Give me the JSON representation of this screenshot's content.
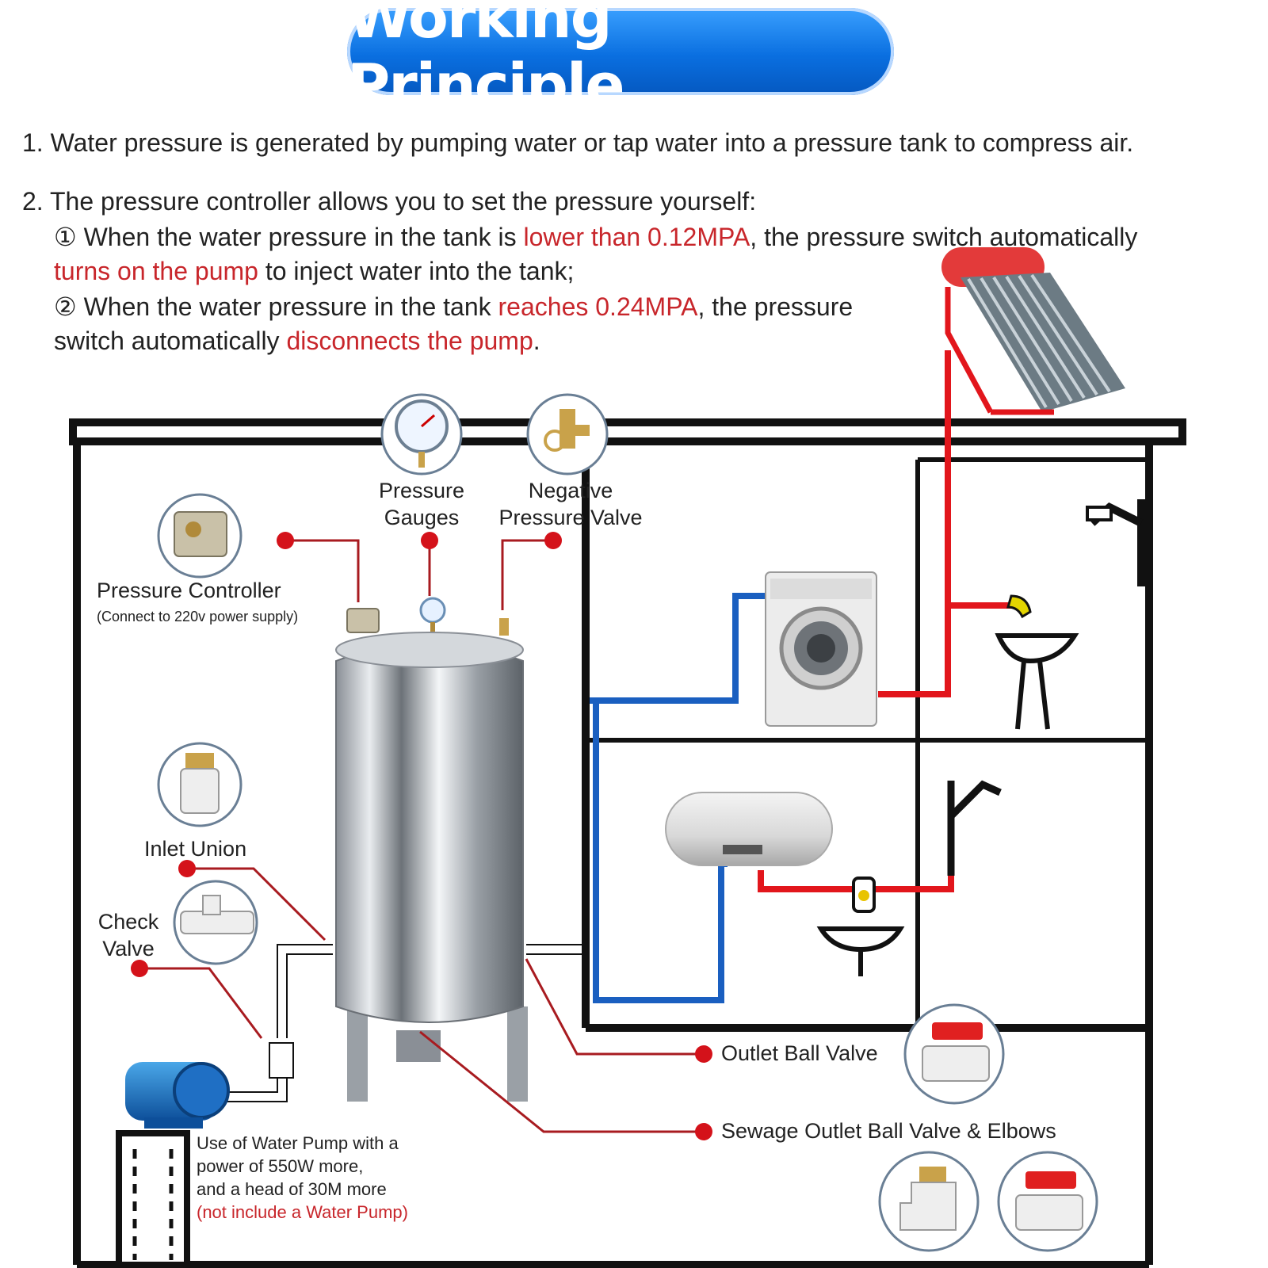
{
  "header": {
    "title": "Working Principle"
  },
  "text": {
    "line1": "1. Water pressure is generated by pumping water or tap water into a pressure tank to compress air.",
    "line2": "2. The pressure controller allows you to set the pressure yourself:",
    "p1_a": "① When the water pressure in the tank is ",
    "p1_red1": "lower than 0.12MPA",
    "p1_b": ", the pressure switch automatically",
    "p1_red2": "turns on the pump",
    "p1_c": " to inject water into the tank;",
    "p2_a": "② When the water pressure in the tank ",
    "p2_red1": "reaches 0.24MPA",
    "p2_b": ", the pressure",
    "p2_c": "switch automatically ",
    "p2_red2": "disconnects the pump",
    "p2_d": "."
  },
  "labels": {
    "pressure_gauges": [
      "Pressure",
      "Gauges"
    ],
    "negative_valve": [
      "Negative",
      "Pressure Valve"
    ],
    "pressure_controller": "Pressure Controller",
    "pressure_controller_sub": "(Connect to 220v power supply)",
    "inlet_union": "Inlet Union",
    "check_valve": [
      "Check",
      "Valve"
    ],
    "outlet_ball_valve": "Outlet Ball Valve",
    "sewage_outlet": "Sewage Outlet Ball Valve & Elbows"
  },
  "pump_note": {
    "lines": [
      "Use of Water Pump with a",
      "power of 550W more,",
      "and a head of 30M more"
    ],
    "red_line": "(not include a Water Pump)"
  },
  "colors": {
    "accent_red": "#c8262b",
    "banner_blue": "#0a6fe0",
    "hot_pipe": "#e2161c",
    "cold_pipe": "#1a5fc0"
  },
  "icons": [
    "pressure-gauge-icon",
    "brass-valve-icon",
    "pressure-switch-icon",
    "inlet-union-icon",
    "check-valve-icon",
    "ball-valve-icon",
    "elbow-icon",
    "stainless-tank-icon",
    "water-pump-icon",
    "solar-heater-icon",
    "washing-machine-icon",
    "electric-water-heater-icon",
    "basin-icon",
    "faucet-icon",
    "shower-icon"
  ]
}
